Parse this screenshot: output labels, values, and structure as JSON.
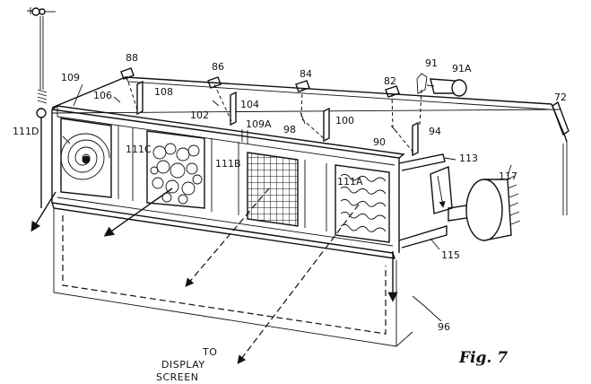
{
  "figure": {
    "caption": "Fig. 7",
    "annotation": [
      "TO",
      "DISPLAY",
      "SCREEN"
    ]
  },
  "labels": {
    "l72": "72",
    "l82": "82",
    "l84": "84",
    "l86": "86",
    "l88": "88",
    "l90": "90",
    "l91": "91",
    "l91a": "91A",
    "l94": "94",
    "l96": "96",
    "l98": "98",
    "l100": "100",
    "l102": "102",
    "l104": "104",
    "l106": "106",
    "l108": "108",
    "l109": "109",
    "l109a": "109A",
    "l111a": "111A",
    "l111b": "111B",
    "l111c": "111C",
    "l111d": "111D",
    "l113": "113",
    "l115": "115",
    "l117": "117"
  }
}
